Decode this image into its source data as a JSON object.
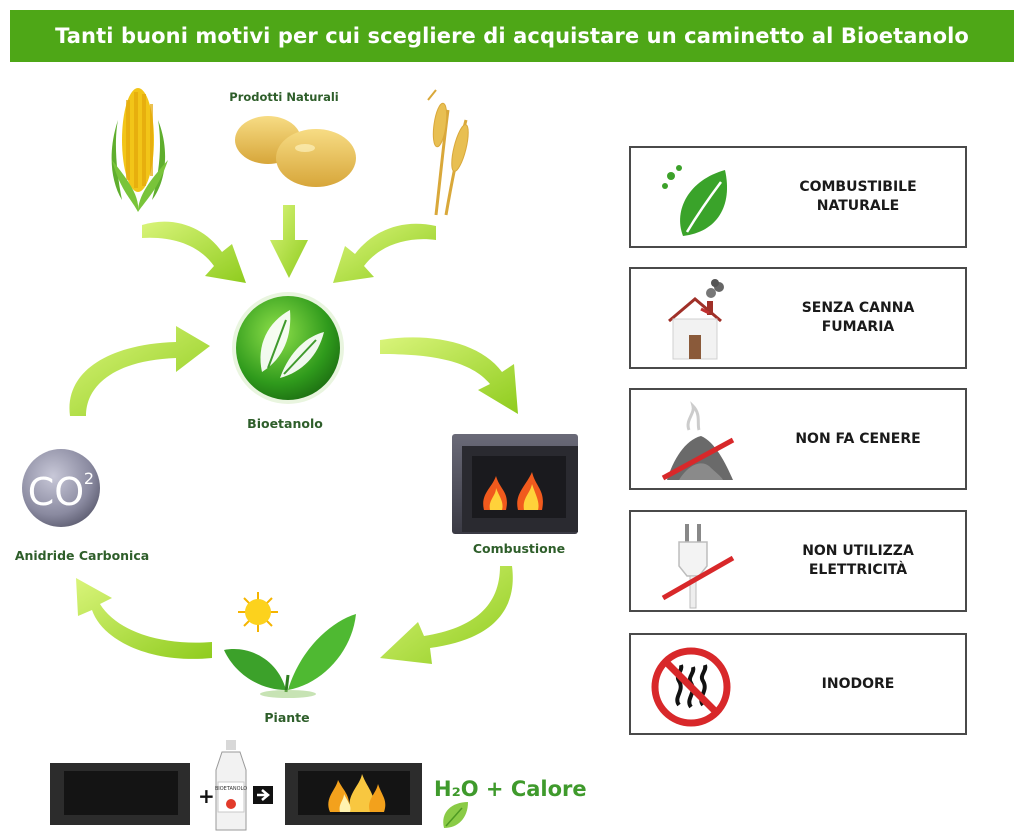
{
  "header": {
    "title": "Tanti buoni motivi per cui scegliere di acquistare un caminetto al Bioetanolo"
  },
  "cycle": {
    "sources_label": "Prodotti Naturali",
    "center_label": "Bioetanolo",
    "combustion_label": "Combustione",
    "plants_label": "Piante",
    "co2_label": "Anidride Carbonica",
    "co2_symbol": "CO",
    "co2_subscript": "2"
  },
  "benefits": [
    {
      "icon": "leaf-icon",
      "label": "COMBUSTIBILE\nNATURALE"
    },
    {
      "icon": "house-icon",
      "label": "SENZA CANNA\nFUMARIA"
    },
    {
      "icon": "no-ash-icon",
      "label": "NON FA CENERE"
    },
    {
      "icon": "no-plug-icon",
      "label": "NON UTILIZZA\nELETTRICITÀ"
    },
    {
      "icon": "no-odor-icon",
      "label": "INODORE"
    }
  ],
  "equation": {
    "plus": "+",
    "arrow": "➔",
    "bottle_label": "BIOETANOLO",
    "result": "H₂O + Calore"
  },
  "colors": {
    "brand_green": "#4ea717",
    "arrow_green": "#a5dc2a",
    "label_green": "#2e5e2a",
    "prohibition_red": "#d8282a"
  }
}
